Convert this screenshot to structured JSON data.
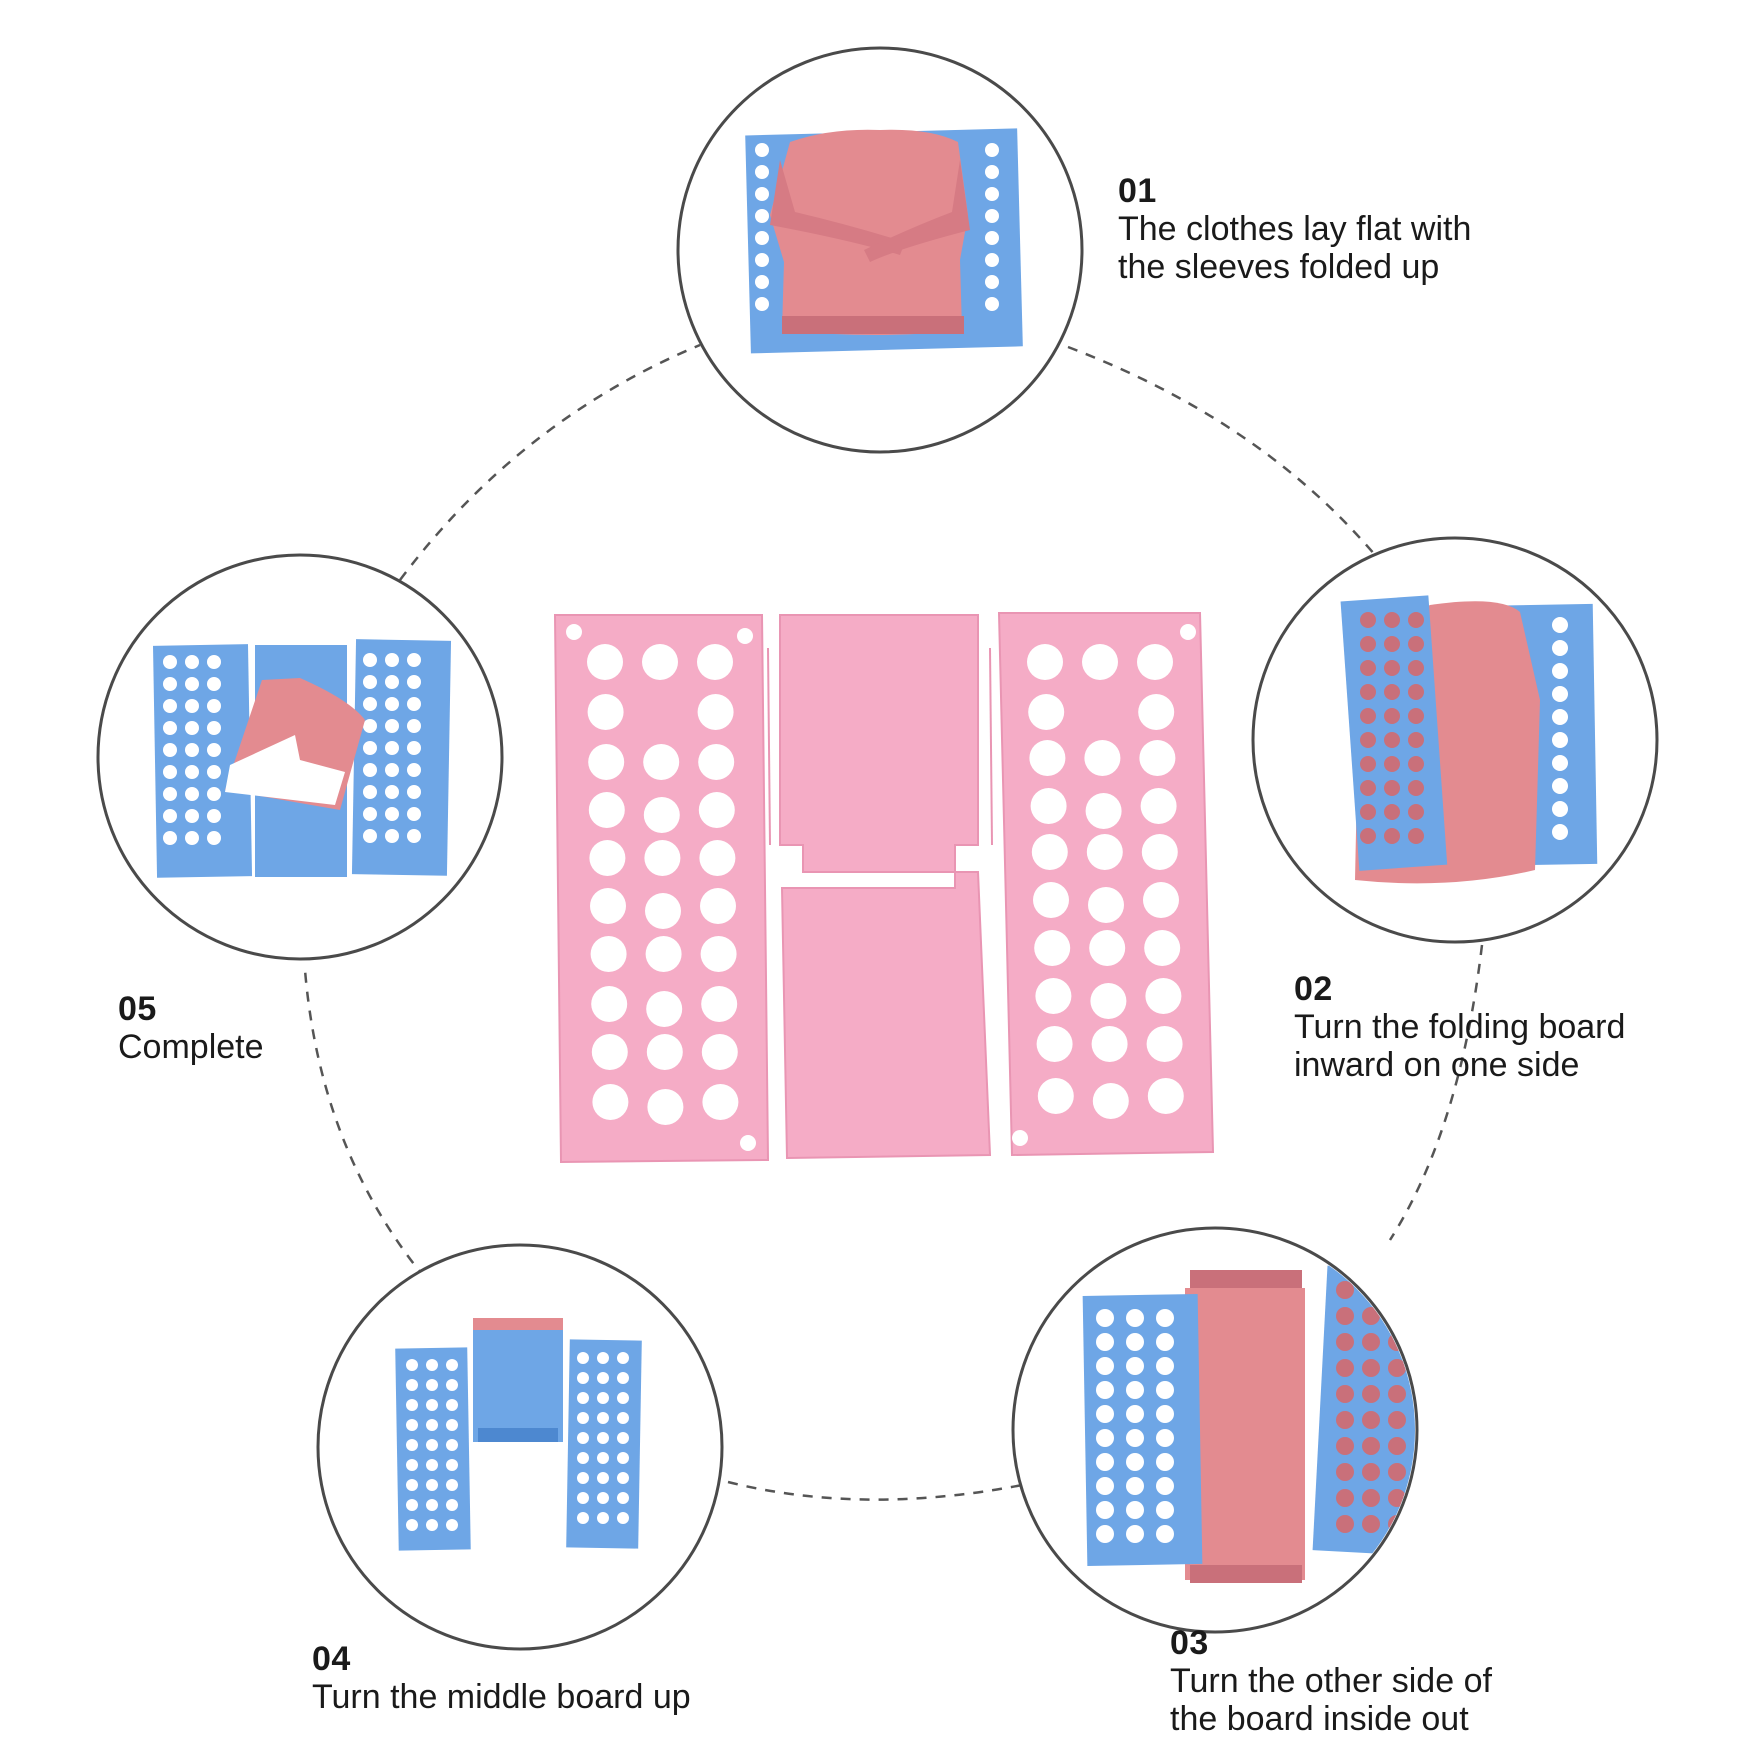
{
  "colors": {
    "pink_board": "#f5acc6",
    "pink_board_dark": "#e995b3",
    "blue_board": "#6ea6e6",
    "blue_board_dark": "#4d88d0",
    "shirt": "#e38b90",
    "shirt_dark": "#c9707a",
    "ring": "#4a4a4a",
    "dashed": "#555555",
    "text": "#1a1a1a"
  },
  "center": {
    "icon": "folding-board-icon"
  },
  "steps": [
    {
      "number": "01",
      "description": "The clothes lay flat with\nthe sleeves folded up",
      "icon": "shirt-on-board-icon"
    },
    {
      "number": "02",
      "description": "Turn the folding board\ninward on one side",
      "icon": "fold-left-panel-icon"
    },
    {
      "number": "03",
      "description": "Turn the other side of\nthe board inside out",
      "icon": "fold-right-panel-icon"
    },
    {
      "number": "04",
      "description": "Turn the middle board up",
      "icon": "fold-middle-panel-icon"
    },
    {
      "number": "05",
      "description": "Complete",
      "icon": "folded-shirt-icon"
    }
  ]
}
